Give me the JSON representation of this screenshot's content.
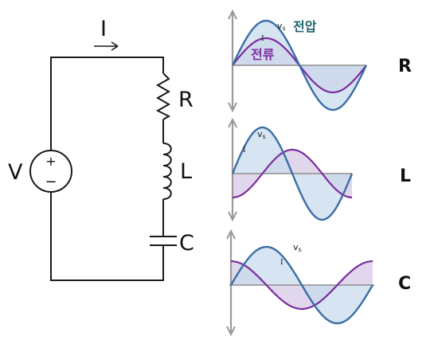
{
  "circuit": {
    "current_label": "I",
    "source_label": "V",
    "plus_sign": "+",
    "minus_sign": "−",
    "r_label": "R",
    "l_label": "L",
    "c_label": "C"
  },
  "colors": {
    "voltage": "#3a6ea5",
    "current": "#7b2d9e",
    "fill_voltage": "#c9dbee",
    "fill_current": "#c9b6dc",
    "axis": "#9a9a9a",
    "text_voltage": "#1f6470",
    "text_current": "#7b2d9e"
  },
  "graphs": [
    {
      "id": "R",
      "side_label": "R",
      "voltage_label": "v",
      "voltage_sub": "s",
      "current_label": "I",
      "voltage_word": "전압",
      "current_word": "전류",
      "current_phase_deg": 0
    },
    {
      "id": "L",
      "side_label": "L",
      "voltage_label": "v",
      "voltage_sub": "s",
      "current_label": "I",
      "current_phase_deg": -90
    },
    {
      "id": "C",
      "side_label": "C",
      "voltage_label": "v",
      "voltage_sub": "s",
      "current_label": "I",
      "current_phase_deg": 90
    }
  ]
}
